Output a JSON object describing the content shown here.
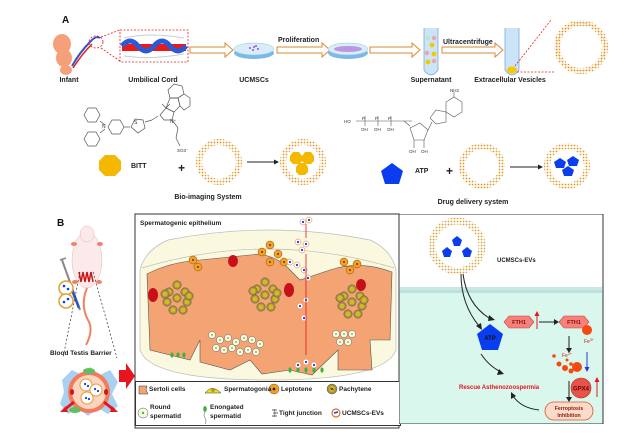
{
  "panel_a": {
    "letter": "A",
    "workflow_labels": {
      "infant": "Infant",
      "umbilical_cord": "Umbilical Cord",
      "ucmscs": "UCMSCs",
      "proliferation": "Proliferation",
      "supernatant": "Supernatant",
      "ultracentrifuge": "Ultracentrifuge",
      "extracellular_vesicles": "Extracellular Vesicles"
    },
    "bio_imaging": {
      "molecule_name": "BITT",
      "system_label": "Bio-imaging System",
      "plus": "+",
      "sulfonate": "SO3⁻",
      "thiophene_s": "S",
      "nitrogen": "N",
      "n_plus": "N⁺"
    },
    "drug_delivery": {
      "molecule_name": "ATP",
      "system_label": "Drug delivery system",
      "plus": "+",
      "nh2": "NH2",
      "ho": "HO",
      "oh": "OH",
      "p": "P",
      "o": "O",
      "n": "N"
    }
  },
  "panel_b": {
    "letter": "B",
    "blood_testis_barrier": "Blood Testis Barrier",
    "epithelium_title": "Spermatogenic epithelium",
    "legend": [
      {
        "label": "Sertoli cells",
        "icon": "sertoli-cell-icon"
      },
      {
        "label": "Spermatogonia",
        "icon": "spermatogonia-icon"
      },
      {
        "label": "Leptotene",
        "icon": "leptotene-icon"
      },
      {
        "label": "Pachytene",
        "icon": "pachytene-icon"
      },
      {
        "label": "Round\nspermatid",
        "line1": "Round",
        "line2": "spermatid",
        "icon": "round-spermatid-icon"
      },
      {
        "label": "Enongated\nspermatid",
        "line1": "Enongated",
        "line2": "spermatid",
        "icon": "elongated-spermatid-icon"
      },
      {
        "label": "Tight junction",
        "icon": "tight-junction-icon"
      },
      {
        "label": "UCMSCs-EVs",
        "icon": "ucmscs-ev-icon"
      }
    ],
    "mechanism": {
      "ev_label": "UCMSCs-EVs",
      "atp": "ATP",
      "fth1_a": "FTH1",
      "fth1_b": "FTH1",
      "fe3": "Fe",
      "fe3_sup": "3+",
      "fe2": "Fe",
      "fe2_sup": "2+",
      "gpx4": "GPX4",
      "ferroptosis_line1": "Ferroptosis",
      "ferroptosis_line2": "Inhibition",
      "rescue": "Rescue Asthenozoospermia"
    }
  },
  "colors": {
    "orange_membrane": "#e8951f",
    "gold_dot": "#f5c000",
    "blue_pentagon": "#0a3cf0",
    "red_accent": "#e8141e",
    "cell_body": "#f4a473",
    "mint_bg": "#d9f7ec",
    "fth1_fill": "#f4817a",
    "arrow_outline": "#d88a3a"
  }
}
